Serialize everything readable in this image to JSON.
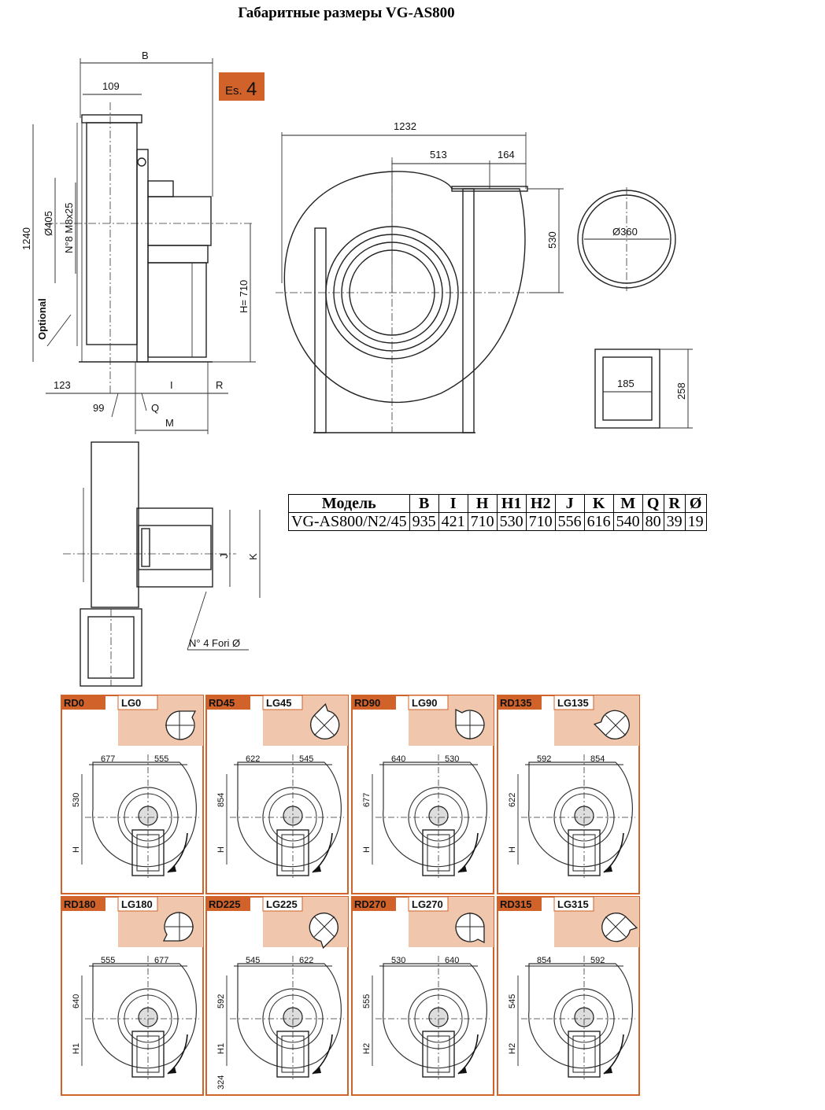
{
  "title": "Габаритные размеры VG-AS800",
  "accent_color": "#d0622a",
  "panel_fill": "#f0c7ac",
  "label_fill": "#d0622a",
  "es_badge": {
    "prefix": "Es.",
    "number": "4"
  },
  "side_view": {
    "dims": [
      "B",
      "109",
      "1240",
      "Ø405",
      "N°8 M8x25",
      "Optional",
      "H= 710",
      "123",
      "99",
      "I",
      "R",
      "Q",
      "M"
    ]
  },
  "front_view": {
    "dims": [
      "1232",
      "513",
      "164",
      "530"
    ]
  },
  "flange_round": {
    "label": "Ø360"
  },
  "flange_square": {
    "dims": [
      "185",
      "258"
    ]
  },
  "top_view": {
    "dims": [
      "J",
      "K",
      "N° 4 Fori Ø"
    ]
  },
  "table": {
    "headers": [
      "Модель",
      "B",
      "I",
      "H",
      "H1",
      "H2",
      "J",
      "K",
      "M",
      "Q",
      "R",
      "Ø"
    ],
    "rows": [
      [
        "VG-AS800/N2/45",
        "935",
        "421",
        "710",
        "530",
        "710",
        "556",
        "616",
        "540",
        "80",
        "39",
        "19"
      ]
    ]
  },
  "orientations": [
    {
      "rd": "RD0",
      "lg": "LG0",
      "dims": [
        "677",
        "555",
        "530",
        "H"
      ]
    },
    {
      "rd": "RD45",
      "lg": "LG45",
      "dims": [
        "622",
        "545",
        "854",
        "H"
      ]
    },
    {
      "rd": "RD90",
      "lg": "LG90",
      "dims": [
        "640",
        "530",
        "677",
        "H"
      ]
    },
    {
      "rd": "RD135",
      "lg": "LG135",
      "dims": [
        "592",
        "854",
        "622",
        "H"
      ]
    },
    {
      "rd": "RD180",
      "lg": "LG180",
      "dims": [
        "555",
        "677",
        "640",
        "H1"
      ]
    },
    {
      "rd": "RD225",
      "lg": "LG225",
      "dims": [
        "545",
        "622",
        "592",
        "H1",
        "324"
      ]
    },
    {
      "rd": "RD270",
      "lg": "LG270",
      "dims": [
        "530",
        "640",
        "555",
        "H2"
      ]
    },
    {
      "rd": "RD315",
      "lg": "LG315",
      "dims": [
        "854",
        "592",
        "545",
        "H2"
      ]
    }
  ]
}
